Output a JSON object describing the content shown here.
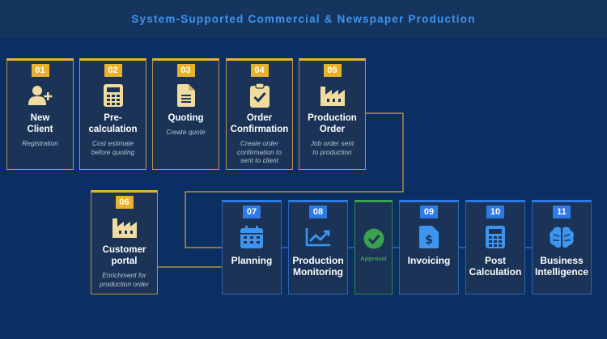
{
  "title": "System-Supported Commercial & Newspaper Production",
  "steps": [
    {
      "num": "01",
      "label": "New\nClient",
      "desc": "Registration",
      "icon": "user-plus-icon"
    },
    {
      "num": "02",
      "label": "Pre-\ncalculation",
      "desc": "Cost estimate\nbefore quoting",
      "icon": "calculator-icon"
    },
    {
      "num": "03",
      "label": "Quoting",
      "desc": "Create quote",
      "icon": "document-icon"
    },
    {
      "num": "04",
      "label": "Order\nConfirmation",
      "desc": "Create order\nconfirmation to\nsent to client",
      "icon": "clipboard-check-icon"
    },
    {
      "num": "05",
      "label": "Production\nOrder",
      "desc": "Job order sent\nto production",
      "icon": "factory-icon"
    },
    {
      "num": "06",
      "label": "Customer\nportal",
      "desc": "Enrichment for\nproduction order",
      "icon": "factory-icon"
    },
    {
      "num": "07",
      "label": "Planning",
      "icon": "calendar-icon"
    },
    {
      "num": "08",
      "label": "Production\nMonitoring",
      "icon": "trend-chart-icon"
    },
    {
      "label": "Approval",
      "icon": "check-circle-icon"
    },
    {
      "num": "09",
      "label": "Invoicing",
      "icon": "invoice-icon"
    },
    {
      "num": "10",
      "label": "Post\nCalculation",
      "icon": "calculator-icon"
    },
    {
      "num": "11",
      "label": "Business\nIntelligence",
      "icon": "brain-icon"
    }
  ],
  "colors": {
    "background": "#0b2f62",
    "header": "#16355e",
    "title": "#3d95f0",
    "gold": "#e9b22a",
    "blue": "#2f7be6",
    "green": "#3aa14c",
    "card": "#1a3356"
  }
}
